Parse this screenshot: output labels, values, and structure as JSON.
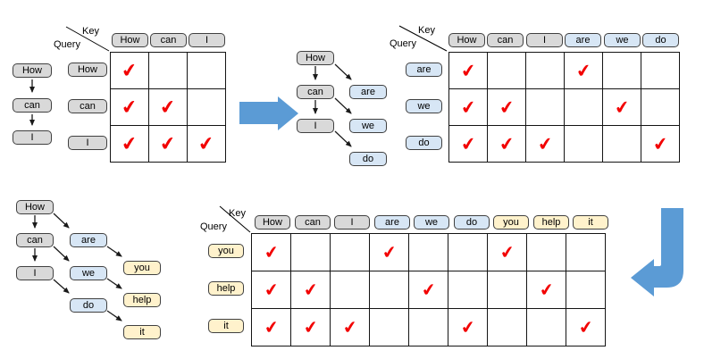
{
  "labels": {
    "key": "Key",
    "query": "Query"
  },
  "colors": {
    "flow_arrow_blue": "#5b9bd5",
    "token_gray": "#d9d9d9",
    "token_blue": "#d7e6f5",
    "token_yellow": "#fff2cc",
    "check_red": "#f20000"
  },
  "chains": {
    "step1": {
      "col1": [
        "How",
        "can",
        "I"
      ]
    },
    "step2": {
      "col1": [
        "How",
        "can",
        "I"
      ],
      "col2": [
        "are",
        "we",
        "do"
      ]
    },
    "step3": {
      "col1": [
        "How",
        "can",
        "I"
      ],
      "col2": [
        "are",
        "we",
        "do"
      ],
      "col3": [
        "you",
        "help",
        "it"
      ]
    }
  },
  "matrices": [
    {
      "keys": [
        "How",
        "can",
        "I"
      ],
      "queries": [
        "How",
        "can",
        "I"
      ],
      "grid": [
        [
          "✔",
          "",
          ""
        ],
        [
          "✔",
          "✔",
          ""
        ],
        [
          "✔",
          "✔",
          "✔"
        ]
      ]
    },
    {
      "keys": [
        "How",
        "can",
        "I",
        "are",
        "we",
        "do"
      ],
      "queries": [
        "are",
        "we",
        "do"
      ],
      "grid": [
        [
          "✔",
          "",
          "",
          "✔",
          "",
          ""
        ],
        [
          "✔",
          "✔",
          "",
          "",
          "✔",
          ""
        ],
        [
          "✔",
          "✔",
          "✔",
          "",
          "",
          "✔"
        ]
      ]
    },
    {
      "keys": [
        "How",
        "can",
        "I",
        "are",
        "we",
        "do",
        "you",
        "help",
        "it"
      ],
      "queries": [
        "you",
        "help",
        "it"
      ],
      "grid": [
        [
          "✔",
          "",
          "",
          "✔",
          "",
          "",
          "✔",
          "",
          ""
        ],
        [
          "✔",
          "✔",
          "",
          "",
          "✔",
          "",
          "",
          "✔",
          ""
        ],
        [
          "✔",
          "✔",
          "✔",
          "",
          "",
          "✔",
          "",
          "",
          "✔"
        ]
      ]
    }
  ]
}
